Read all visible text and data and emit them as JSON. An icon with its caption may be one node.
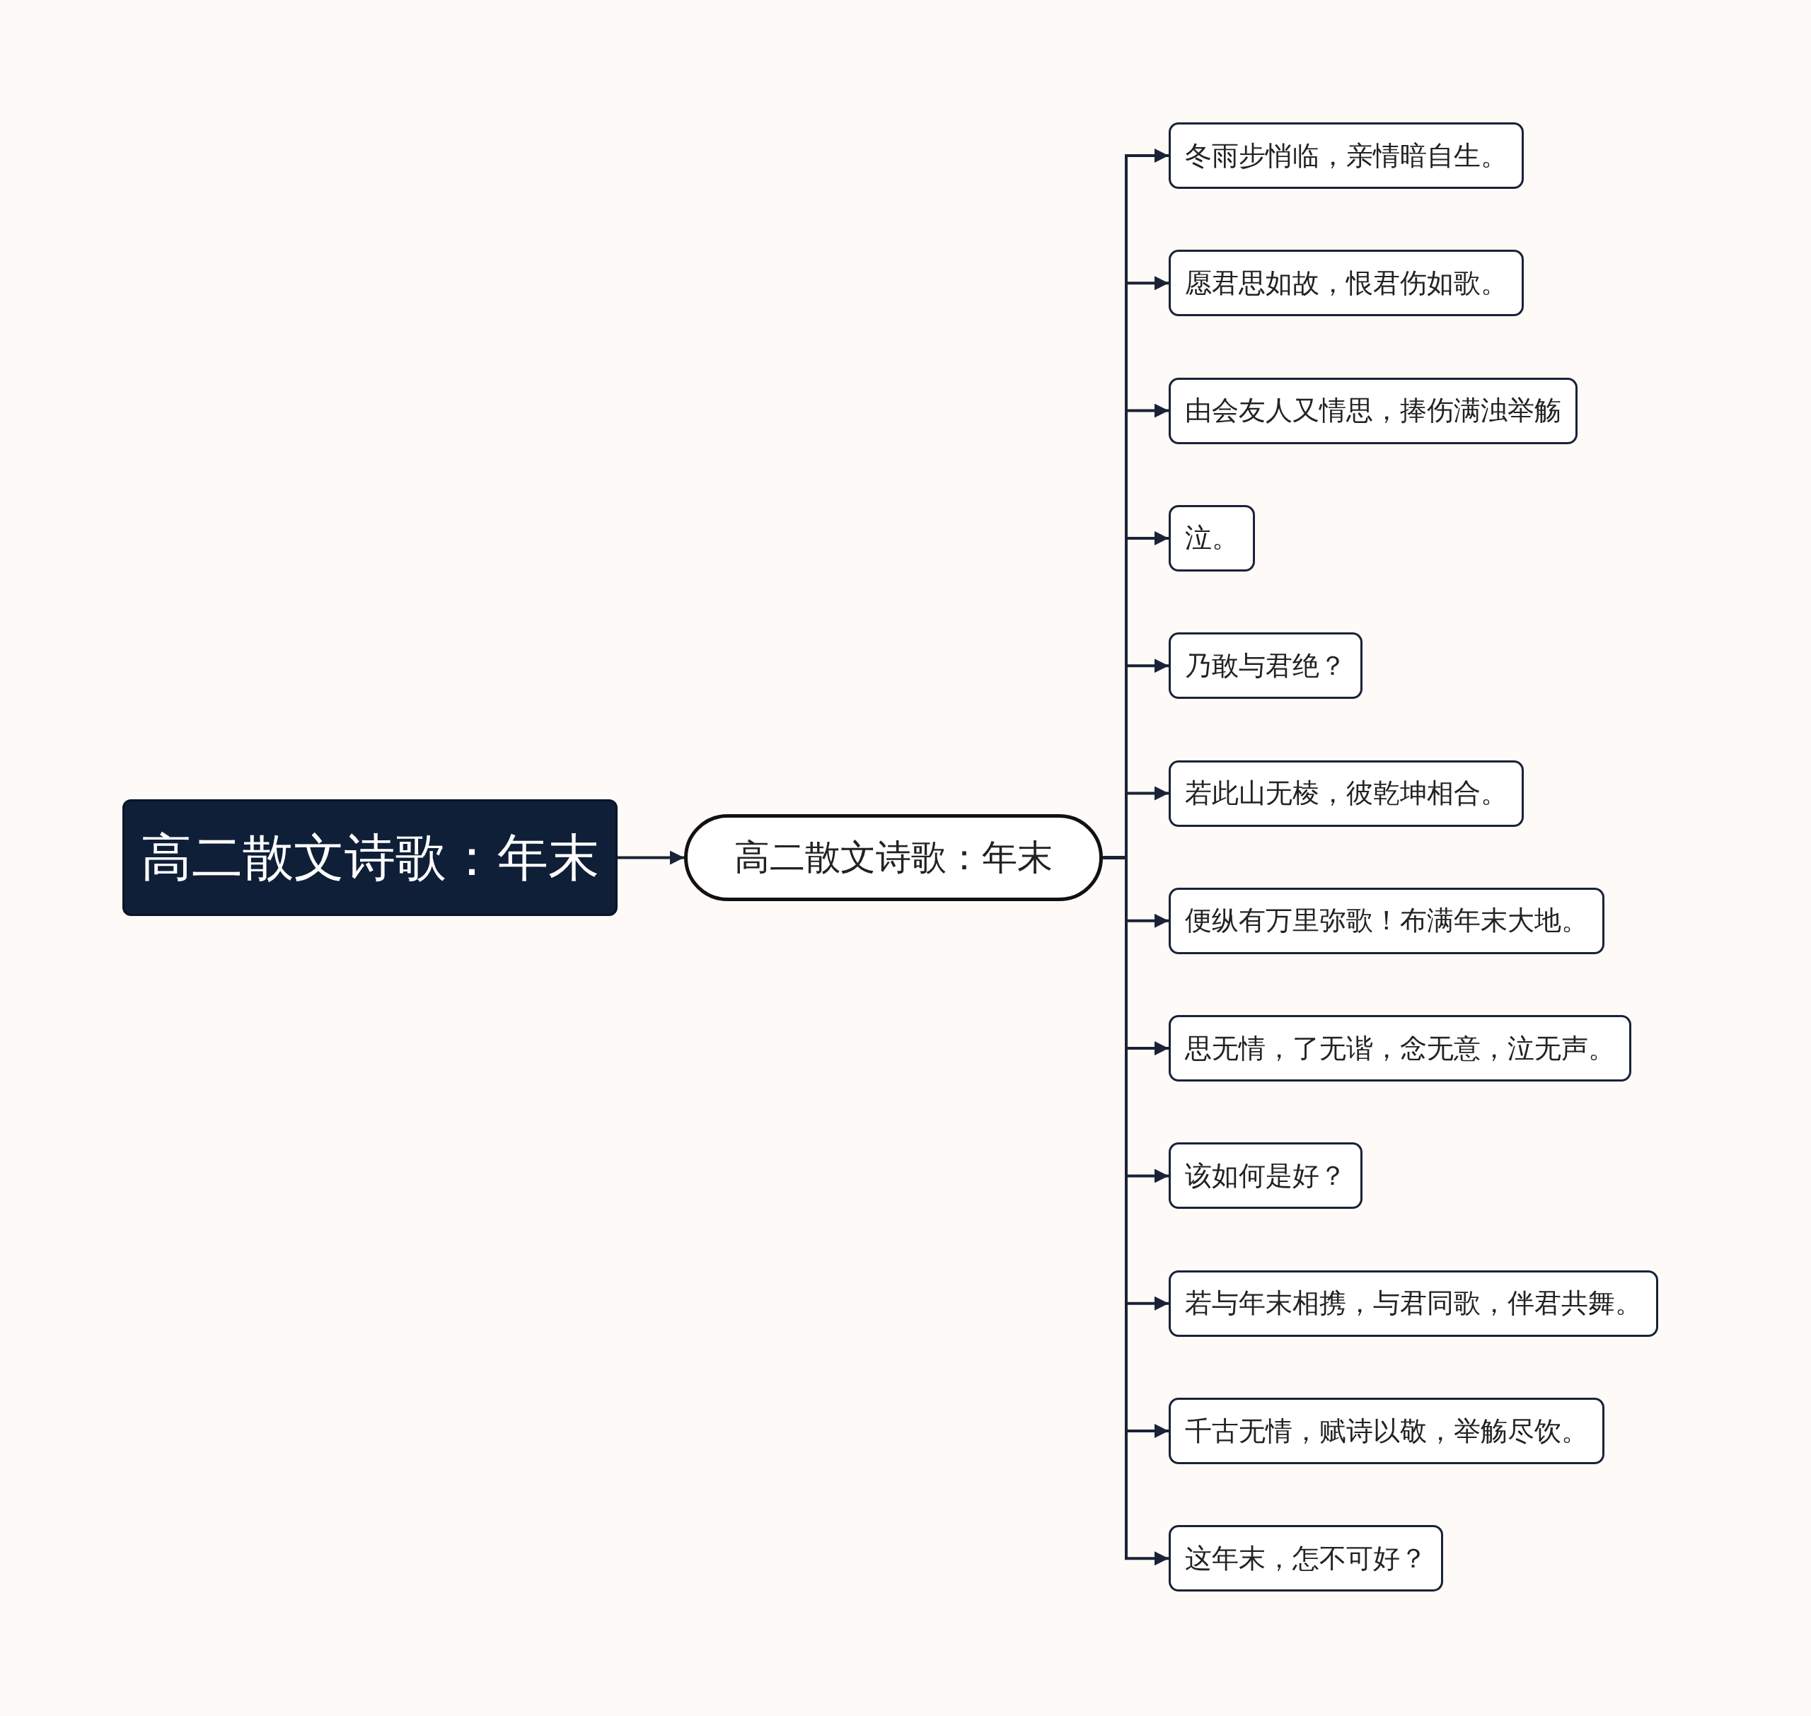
{
  "diagram": {
    "nodes": [
      {
        "text": [
          "高二散文诗歌：年末"
        ]
      },
      {
        "text": [
          "高二散文诗歌：年末"
        ]
      },
      {
        "text": [
          "冬雨步悄临，亲情暗自生。"
        ]
      },
      {
        "text": [
          "愿君思如故，恨君伤如歌。"
        ]
      },
      {
        "text": [
          "由会友人又情思，捧伤满浊举觞"
        ]
      },
      {
        "text": [
          "泣。"
        ]
      },
      {
        "text": [
          "乃敢与君绝？"
        ]
      },
      {
        "text": [
          "若此山无棱，彼乾坤相合。"
        ]
      },
      {
        "text": [
          "便纵有万里弥歌！布满年末大地。"
        ]
      },
      {
        "text": [
          "思无情，了无谐，念无意，泣无声。"
        ]
      },
      {
        "text": [
          "该如何是好？"
        ]
      },
      {
        "text": [
          "若与年末相携，与君同歌，伴君共舞。"
        ]
      },
      {
        "text": [
          "千古无情，赋诗以敬，举觞尽饮。"
        ]
      },
      {
        "text": [
          "这年末，怎不可好？"
        ]
      }
    ],
    "edges": [
      {
        "from": 0,
        "to": 1,
        "arrow": "to"
      },
      {
        "from": 1,
        "to": 2,
        "arrow": "to"
      },
      {
        "from": 1,
        "to": 3,
        "arrow": "to"
      },
      {
        "from": 1,
        "to": 4,
        "arrow": "to"
      },
      {
        "from": 1,
        "to": 5,
        "arrow": "to"
      },
      {
        "from": 1,
        "to": 6,
        "arrow": "to"
      },
      {
        "from": 1,
        "to": 7,
        "arrow": "to"
      },
      {
        "from": 1,
        "to": 8,
        "arrow": "to"
      },
      {
        "from": 1,
        "to": 9,
        "arrow": "to"
      },
      {
        "from": 1,
        "to": 10,
        "arrow": "to"
      },
      {
        "from": 1,
        "to": 11,
        "arrow": "to"
      },
      {
        "from": 1,
        "to": 12,
        "arrow": "to"
      },
      {
        "from": 1,
        "to": 13,
        "arrow": "to"
      }
    ]
  }
}
